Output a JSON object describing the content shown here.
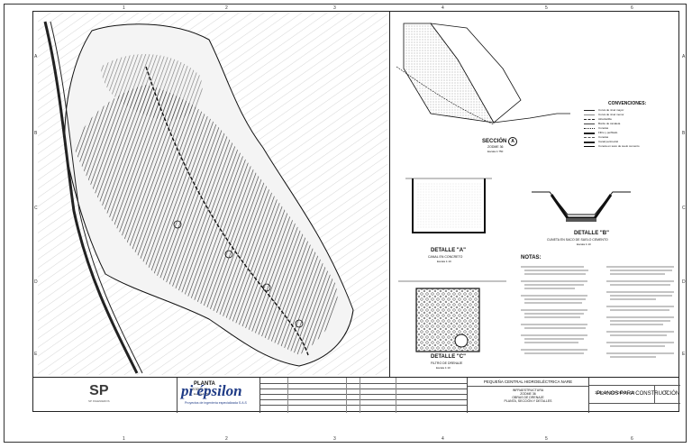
{
  "zones_top": [
    "1",
    "2",
    "3",
    "4",
    "5",
    "6"
  ],
  "zones_side": [
    "A",
    "B",
    "C",
    "D",
    "E"
  ],
  "plan": {
    "title": "PLANTA",
    "scale": "ZODME 36",
    "scale2": "Escala 1:750"
  },
  "section": {
    "title": "SECCIÓN",
    "marker": "A",
    "subtitle": "ZODME 36",
    "scale": "Escala 1:750"
  },
  "conventions": {
    "title": "CONVENCIONES:",
    "items": [
      "Curva de nivel mayor",
      "Curva de nivel menor",
      "Alcantarilla",
      "Borde de canaleta",
      "Cunetas",
      "Filtro y perfilado",
      "Cunetas",
      "Canal perimetral",
      "Cuneta en saco de suelo cemento"
    ]
  },
  "detail_a": {
    "title": "DETALLE",
    "marker": "\"A\"",
    "subtitle": "CANAL EN CONCRETO",
    "scale": "Escala 1:10"
  },
  "detail_b": {
    "title": "DETALLE",
    "marker": "\"B\"",
    "subtitle": "CUNETA EN SACO DE SUELO CEMENTO",
    "scale": "Escala 1:10"
  },
  "detail_c": {
    "title": "DETALLE",
    "marker": "\"C\"",
    "subtitle": "FILTRO DE DRENAJE",
    "scale": "Escala 1:10"
  },
  "notes": {
    "title": "NOTAS:"
  },
  "planos_label": "PLANOS PARA CONSTRUCCIÓN",
  "title_block": {
    "logo1_text": "SP",
    "logo1_sub": "SP INGENIEROS",
    "logo2_text": "pi épsilon",
    "logo2_sub": "Proyectos de ingeniería especializada S.A.S",
    "project": "PEQUEÑA CENTRAL HIDROELÉCTRICA NARE",
    "line1": "INFRAESTRUCTURA",
    "line2": "ZODME 36",
    "line3": "OBRAS DE DRENAJE",
    "line4": "PLANTA, SECCIÓN Y DETALLES",
    "drawing_no": "1160-IF-ZO-DR-PL-20",
    "revision": "0"
  }
}
